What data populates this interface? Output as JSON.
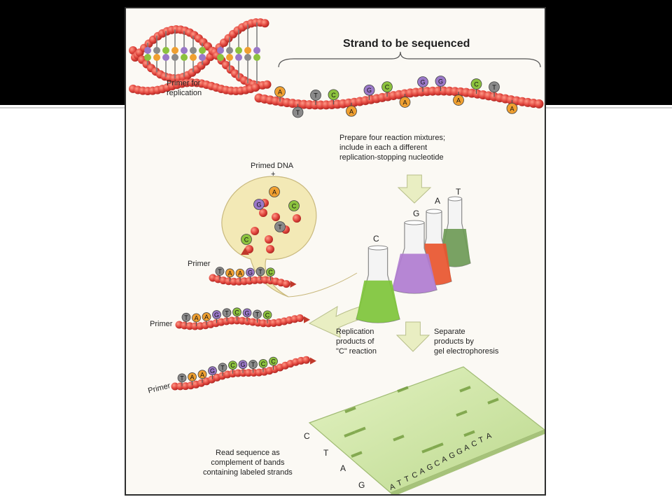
{
  "figure": {
    "title": "Strand to be sequenced",
    "primer_for_replication": "Primer for\nreplication",
    "prepare_text": "Prepare four reaction mixtures;\ninclude in each a different\nreplication-stopping nucleotide",
    "primed_dna": "Primed DNA",
    "plus": "+",
    "flask_labels": [
      "C",
      "G",
      "A",
      "T"
    ],
    "primer_labels": [
      "Primer",
      "Primer",
      "Primer"
    ],
    "replication_products": "Replication\nproducts of\n\"C\" reaction",
    "separate_products": "Separate\nproducts by\ngel electrophoresis",
    "read_sequence": "Read sequence as\ncomplement of bands\ncontaining labeled strands",
    "lane_labels": [
      "C",
      "T",
      "A",
      "G"
    ],
    "template_sequence": [
      "A",
      "T",
      "T",
      "C",
      "A",
      "G",
      "C",
      "A",
      "G",
      "G",
      "A",
      "C",
      "T",
      "A"
    ],
    "gel_sequence": [
      "A",
      "T",
      "T",
      "C",
      "A",
      "G",
      "C",
      "A",
      "G",
      "G",
      "A",
      "C",
      "T",
      "A"
    ],
    "fragment1": [
      "T",
      "A",
      "A",
      "G",
      "T",
      "C"
    ],
    "fragment2": [
      "T",
      "A",
      "A",
      "G",
      "T",
      "C",
      "G",
      "T",
      "C"
    ],
    "fragment3": [
      "T",
      "A",
      "A",
      "G",
      "T",
      "C",
      "G",
      "T",
      "C",
      "C"
    ],
    "bubble_nucleotides": [
      "A",
      "G",
      "C",
      "C",
      "T"
    ]
  },
  "colors": {
    "bead": "#e0443c",
    "A": "#f0a030",
    "T": "#8a8a8a",
    "G": "#9a78c8",
    "C": "#8cc23e",
    "arrow": "#e9eec2",
    "gel": "#cfe6a3",
    "flask_c": "#7ec43a",
    "flask_g": "#b07cd0",
    "flask_a": "#e8552e",
    "flask_t": "#6e9a56"
  }
}
